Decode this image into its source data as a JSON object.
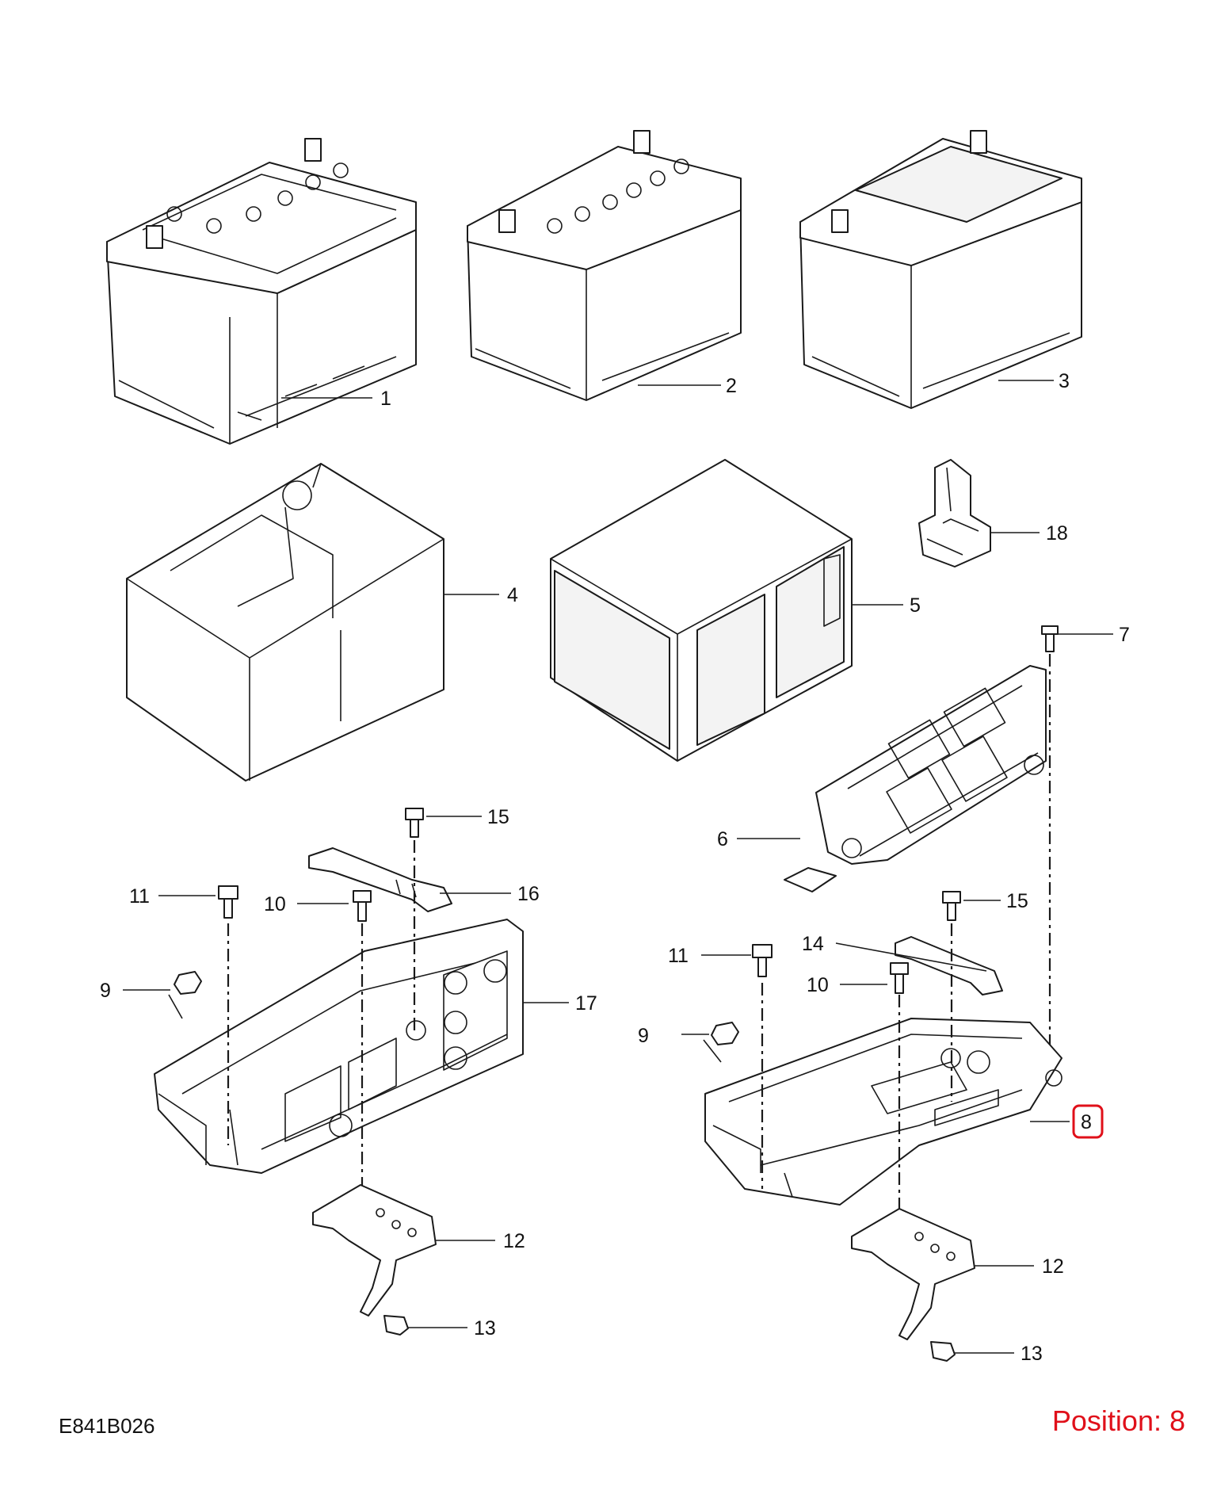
{
  "diagram_code": "E841B026",
  "position_label": "Position: 8",
  "selected_callout": "8",
  "highlight_color": "#e0101a",
  "callouts": {
    "c1": "1",
    "c2": "2",
    "c3": "3",
    "c4": "4",
    "c5": "5",
    "c6": "6",
    "c7": "7",
    "c8": "8",
    "c9a": "9",
    "c9b": "9",
    "c10a": "10",
    "c10b": "10",
    "c11a": "11",
    "c11b": "11",
    "c12a": "12",
    "c12b": "12",
    "c13a": "13",
    "c13b": "13",
    "c14": "14",
    "c15a": "15",
    "c15b": "15",
    "c16": "16",
    "c17": "17",
    "c18": "18"
  }
}
